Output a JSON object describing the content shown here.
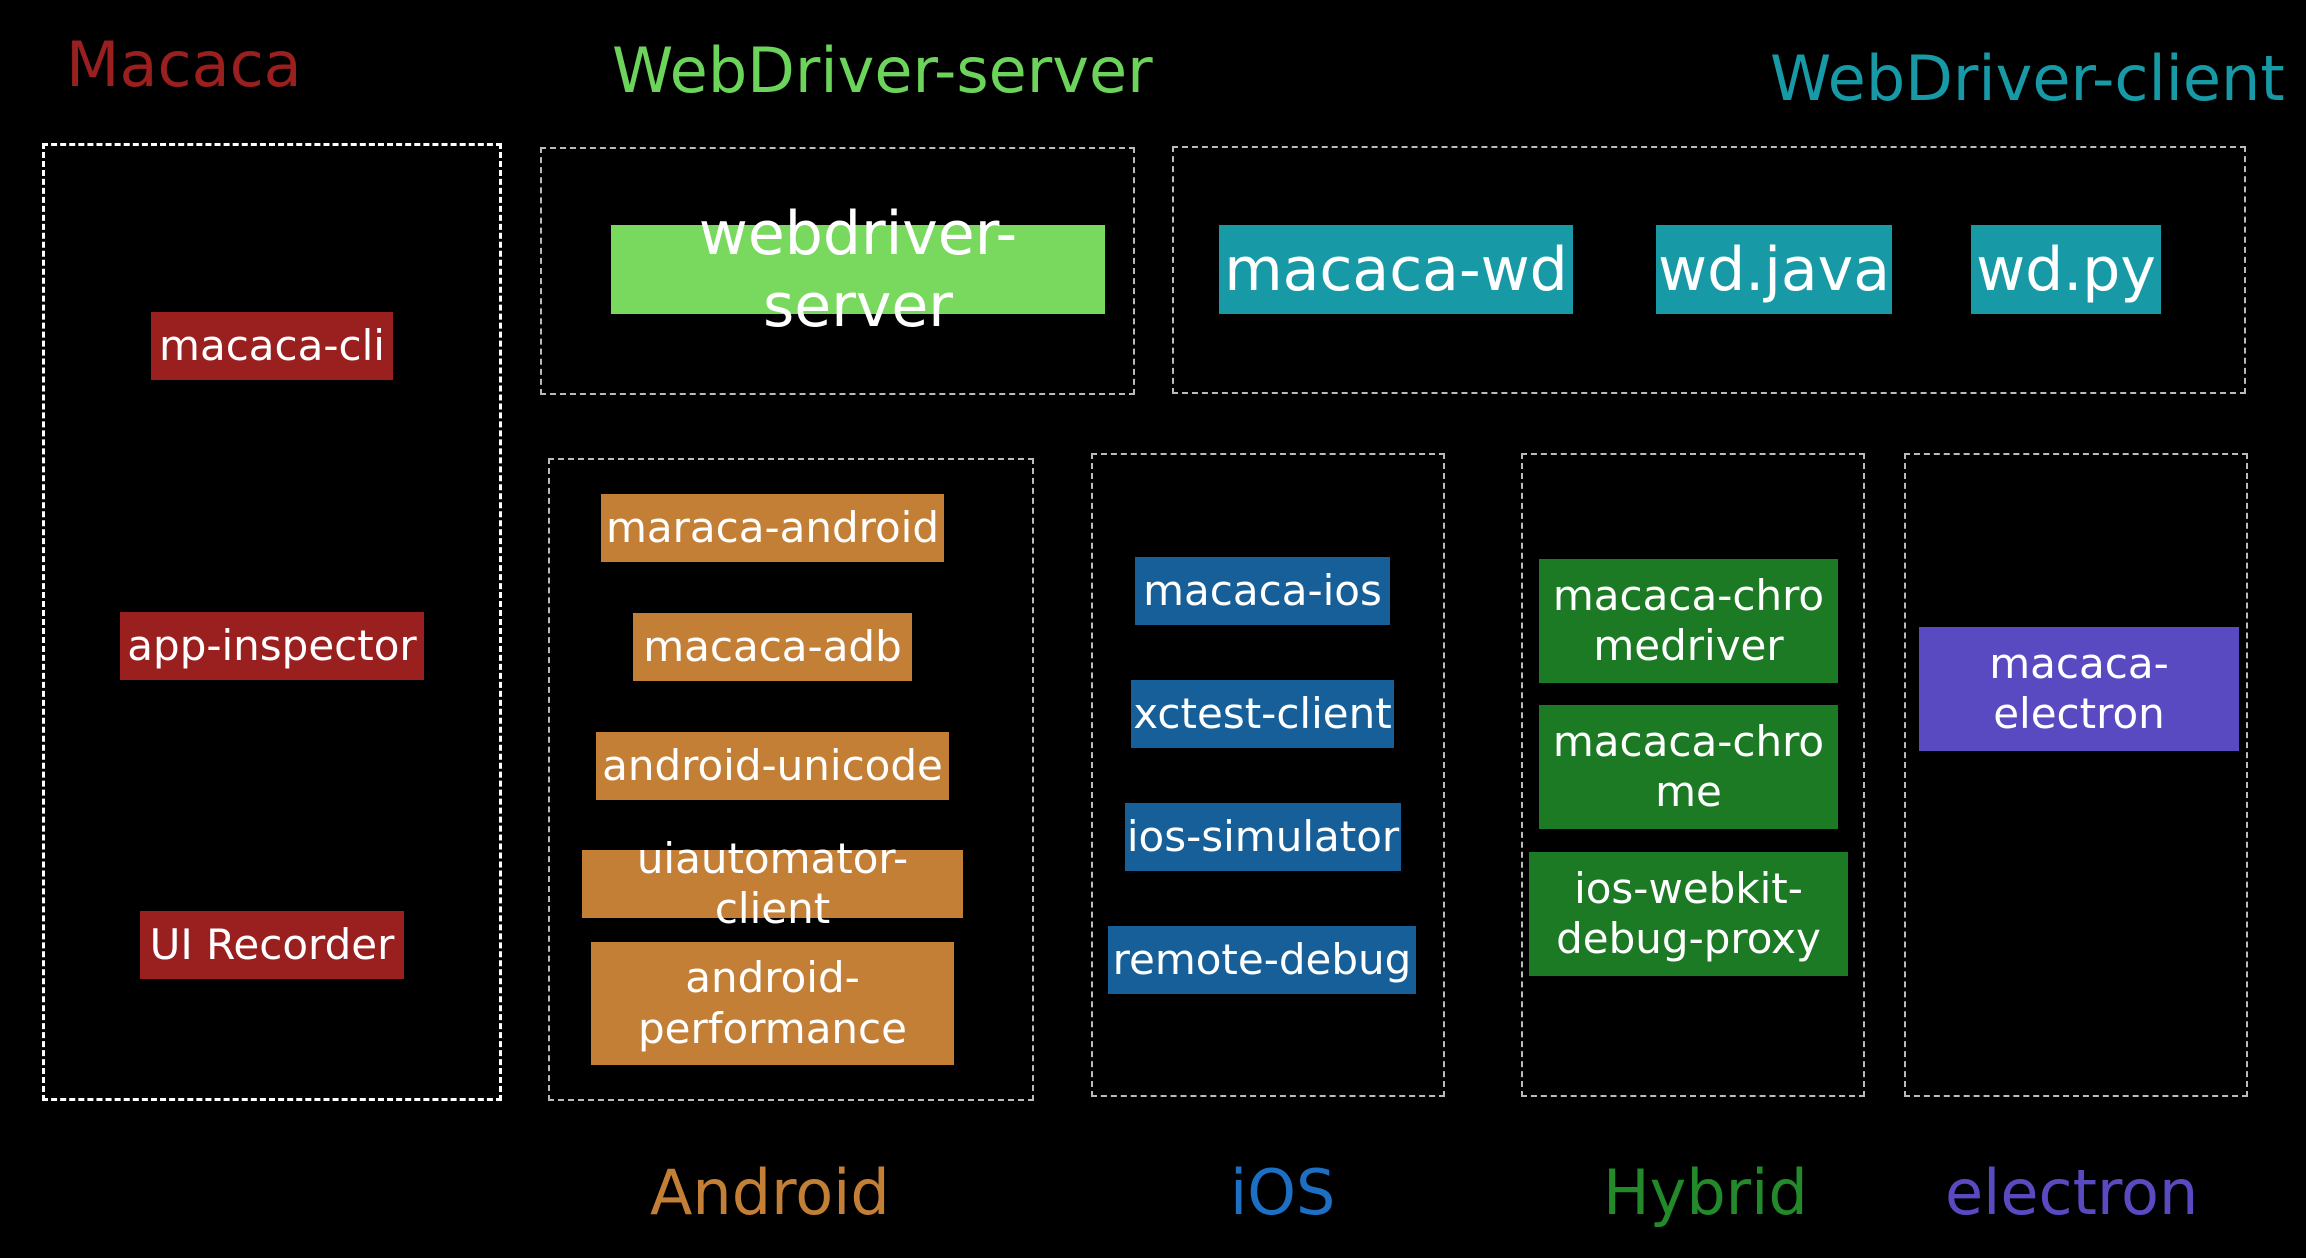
{
  "colors": {
    "background": "#000000",
    "macaca": "#9a1f1f",
    "webdriver_server": "#78d95e",
    "webdriver_client": "#1799a6",
    "android": "#c47f37",
    "ios": "#175f98",
    "hybrid": "#1b7a23",
    "electron": "#5a4ac2"
  },
  "headings": {
    "macaca": "Macaca",
    "webdriver_server": "WebDriver-server",
    "webdriver_client": "WebDriver-client",
    "android": "Android",
    "ios": "iOS",
    "hybrid": "Hybrid",
    "electron": "electron"
  },
  "macaca_group": {
    "items": [
      "macaca-cli",
      "app-inspector",
      "UI Recorder"
    ]
  },
  "server_group": {
    "items": [
      "webdriver-server"
    ]
  },
  "client_group": {
    "items": [
      "macaca-wd",
      "wd.java",
      "wd.py"
    ]
  },
  "android_group": {
    "items": [
      "maraca-android",
      "macaca-adb",
      "android-unicode",
      "uiautomator-client",
      "android-",
      "performance"
    ]
  },
  "ios_group": {
    "items": [
      "macaca-ios",
      "xctest-client",
      "ios-simulator",
      "remote-debug"
    ]
  },
  "hybrid_group": {
    "items": [
      "macaca-chro",
      "medriver",
      "macaca-chro",
      "me",
      "ios-webkit-",
      "debug-proxy"
    ]
  },
  "electron_group": {
    "items": [
      "macaca-",
      "electron"
    ]
  }
}
